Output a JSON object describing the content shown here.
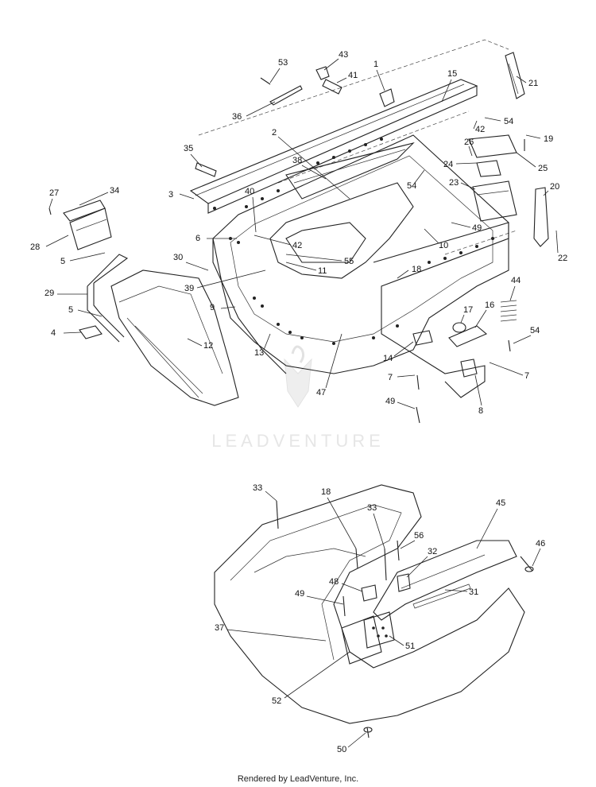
{
  "watermark": {
    "text": "LEADVENTURE"
  },
  "footer": {
    "text": "Rendered by LeadVenture, Inc."
  },
  "upper_assembly": {
    "callouts": [
      "53",
      "43",
      "1",
      "15",
      "21",
      "41",
      "36",
      "2",
      "54",
      "42",
      "19",
      "26",
      "35",
      "38",
      "25",
      "24",
      "3",
      "54",
      "23",
      "20",
      "40",
      "27",
      "34",
      "6",
      "42",
      "10",
      "49",
      "28",
      "5",
      "30",
      "55",
      "22",
      "39",
      "11",
      "18",
      "44",
      "29",
      "5",
      "9",
      "17",
      "16",
      "54",
      "4",
      "12",
      "13",
      "14",
      "7",
      "7",
      "47",
      "49",
      "8"
    ]
  },
  "lower_assembly": {
    "callouts": [
      "33",
      "18",
      "33",
      "45",
      "56",
      "46",
      "32",
      "48",
      "31",
      "49",
      "37",
      "51",
      "52",
      "50"
    ]
  }
}
